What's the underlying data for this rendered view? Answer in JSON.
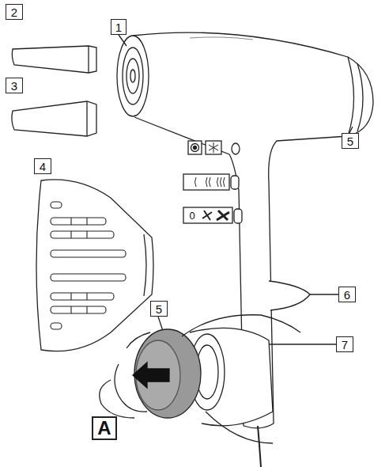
{
  "diagram": {
    "labels": [
      "2",
      "1",
      "3",
      "4",
      "5",
      "A",
      "5",
      "6",
      "7",
      "0"
    ]
  }
}
